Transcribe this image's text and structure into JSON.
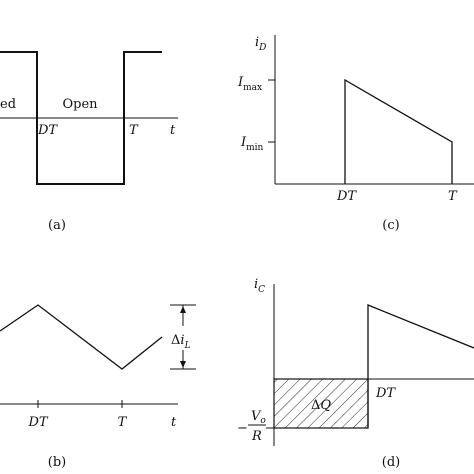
{
  "panels": {
    "a": {
      "caption": "(a)",
      "closed_label": "ed",
      "open_label": "Open",
      "tick_dt": "DT",
      "tick_t": "T",
      "axis_t": "t"
    },
    "b": {
      "caption": "(b)",
      "tick_dt": "DT",
      "tick_t": "T",
      "axis_t": "t",
      "ripple_delta": "Δ",
      "ripple_var": "i",
      "ripple_sub": "L"
    },
    "c": {
      "caption": "(c)",
      "axis_var": "i",
      "axis_sub": "D",
      "imax_var": "I",
      "imax_sub": "max",
      "imin_var": "I",
      "imin_sub": "min",
      "tick_dt": "DT",
      "tick_t": "T"
    },
    "d": {
      "caption": "(d)",
      "axis_var": "i",
      "axis_sub": "C",
      "charge_delta": "Δ",
      "charge_var": "Q",
      "tick_dt": "DT",
      "neg_sign": "−",
      "frac_num_var": "V",
      "frac_num_sub": "o",
      "frac_den": "R"
    }
  }
}
